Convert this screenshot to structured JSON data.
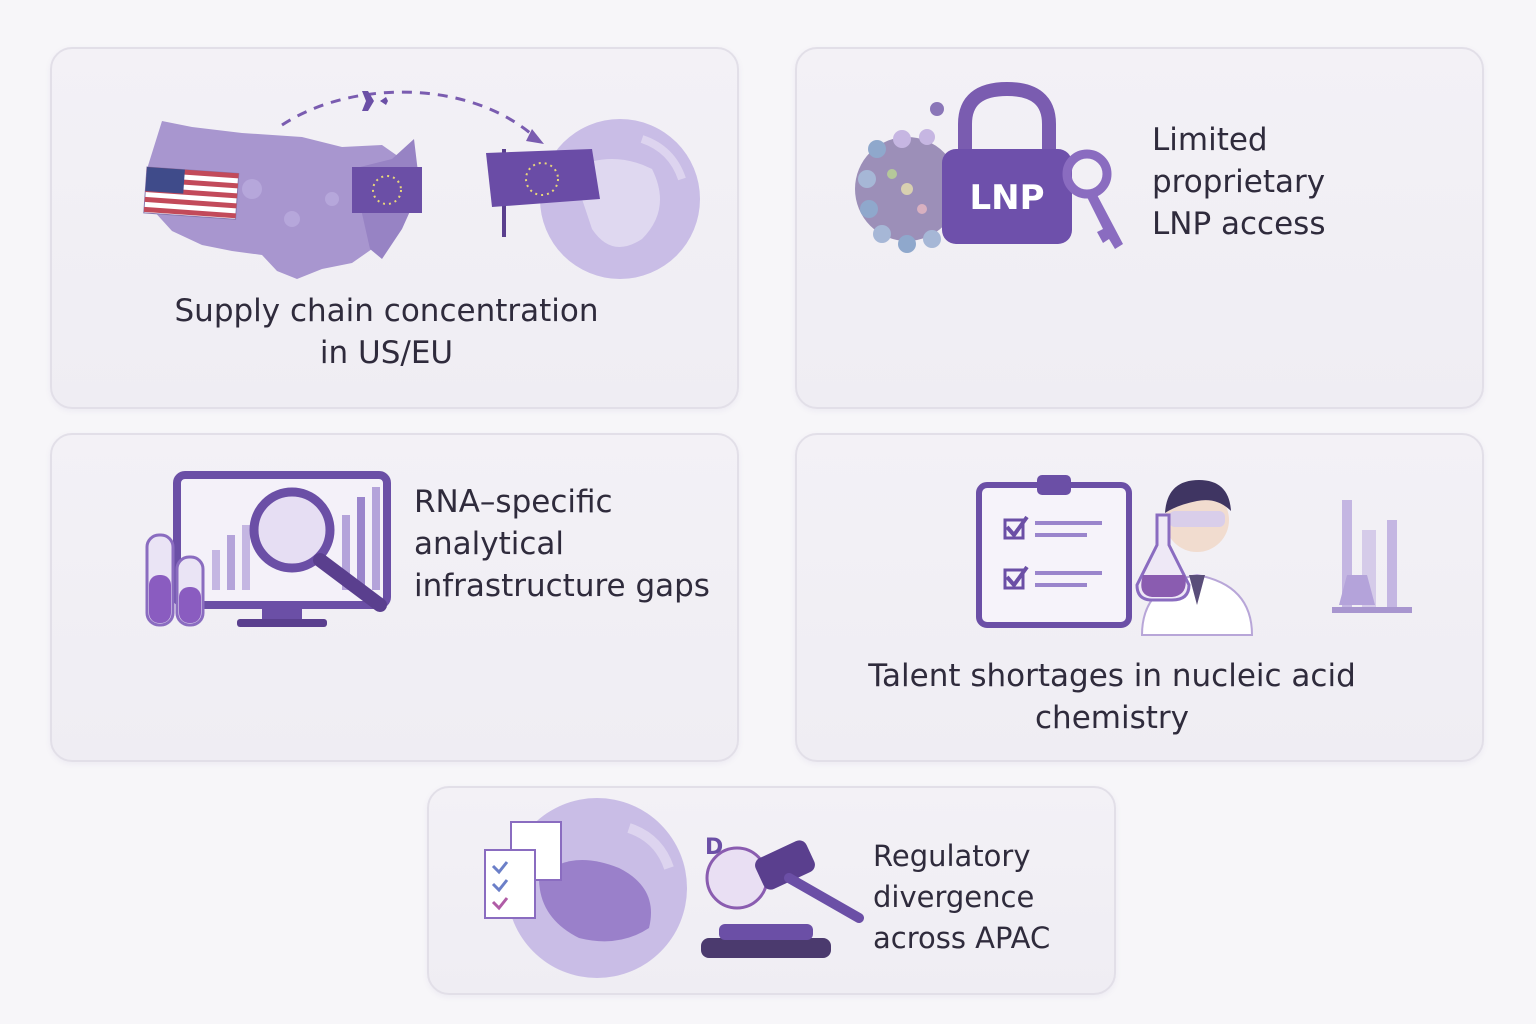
{
  "cards": [
    {
      "id": "supply",
      "lines": [
        "Supply chain concentration",
        "in US/EU"
      ]
    },
    {
      "id": "lnp",
      "lines": [
        "Limited",
        "proprietary",
        "LNP access"
      ],
      "lock_text": "LNP"
    },
    {
      "id": "analytics",
      "lines": [
        "RNA–specific",
        "analytical",
        "infrastructure gaps"
      ]
    },
    {
      "id": "talent",
      "lines": [
        "Talent shortages in nucleic acid",
        "chemistry"
      ]
    },
    {
      "id": "regulatory",
      "lines": [
        "Regulatory",
        "divergence",
        "across APAC"
      ],
      "dial_letter": "D"
    }
  ],
  "icons": {
    "supply": [
      "us-map-icon",
      "us-flag-icon",
      "eu-flag-icon",
      "airplane-icon",
      "globe-icon"
    ],
    "lnp": [
      "lipid-nanoparticle-icon",
      "padlock-icon",
      "key-icon"
    ],
    "analytics": [
      "test-tube-icon",
      "monitor-chart-icon",
      "magnifier-icon"
    ],
    "talent": [
      "clipboard-checklist-icon",
      "scientist-icon",
      "flask-icon",
      "lab-equipment-icon"
    ],
    "regulatory": [
      "checklist-document-icon",
      "globe-icon",
      "gavel-icon",
      "dial-icon"
    ]
  },
  "colors": {
    "accent": "#7a5cb0",
    "accent_dark": "#5a3f8e",
    "accent_light": "#b8a6d8",
    "card_bg": "#f1eff5",
    "text": "#2f2b3c"
  }
}
